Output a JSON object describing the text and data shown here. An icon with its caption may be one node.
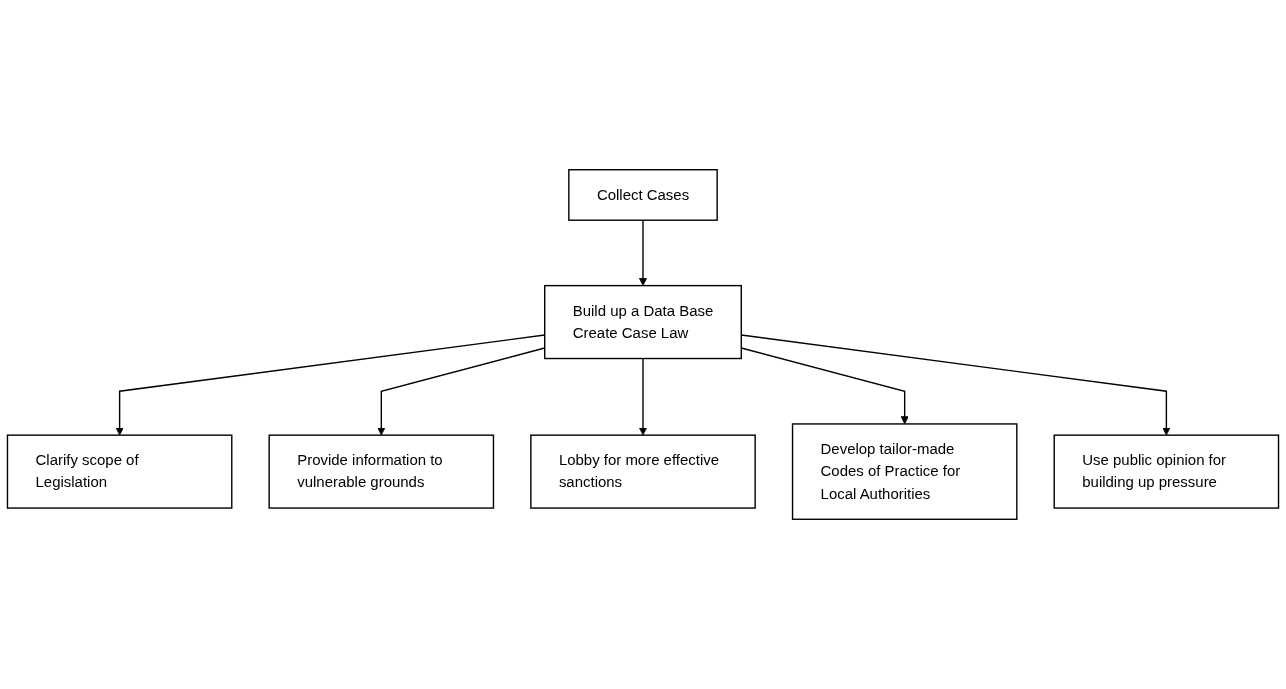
{
  "diagram": {
    "nodes": [
      {
        "text": [
          "Collect Cases"
        ]
      },
      {
        "text": [
          "Build up a Data Base",
          "Create Case Law"
        ]
      },
      {
        "text": [
          "Clarify scope of Legislation"
        ]
      },
      {
        "text": [
          "Lobby for more effective sanctions"
        ]
      },
      {
        "text": [
          "Develop tailor-made Codes of Practice for Local Authorities"
        ]
      },
      {
        "text": [
          "Use public opinion for building up pressure"
        ]
      },
      {
        "text": [
          "Provide information to vulnerable grounds"
        ]
      }
    ],
    "edges": [
      {
        "from": 0,
        "to": 1,
        "arrow": "to"
      },
      {
        "from": 1,
        "to": 2,
        "arrow": "to"
      },
      {
        "from": 1,
        "to": 6,
        "arrow": "to"
      },
      {
        "from": 1,
        "to": 3,
        "arrow": "to"
      },
      {
        "from": 1,
        "to": 4,
        "arrow": "to"
      },
      {
        "from": 1,
        "to": 5,
        "arrow": "to"
      }
    ]
  }
}
